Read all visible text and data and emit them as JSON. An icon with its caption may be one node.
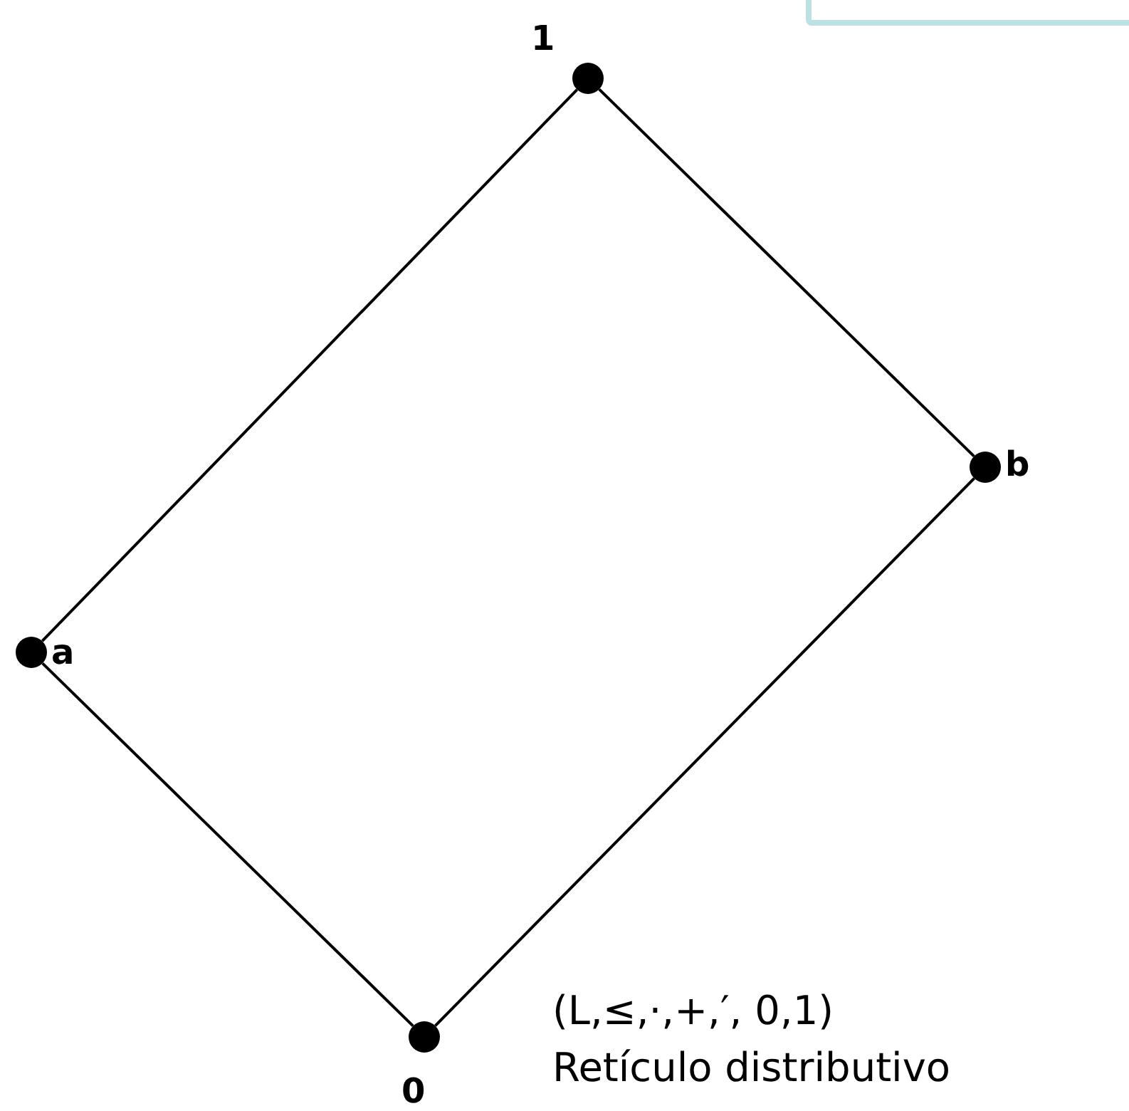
{
  "diagram": {
    "nodes": [
      {
        "text": [],
        "shape": "circle",
        "beside": [
          "1"
        ]
      },
      {
        "text": [],
        "shape": "circle",
        "beside": [
          "b"
        ]
      },
      {
        "text": [],
        "shape": "circle",
        "beside": [
          "a"
        ]
      },
      {
        "text": [],
        "shape": "circle",
        "beside": [
          "0"
        ]
      }
    ],
    "edges": [
      {
        "from": 0,
        "to": 2,
        "arrow": "none"
      },
      {
        "from": 0,
        "to": 1,
        "arrow": "none"
      },
      {
        "from": 2,
        "to": 3,
        "arrow": "none"
      },
      {
        "from": 1,
        "to": 3,
        "arrow": "none"
      }
    ],
    "labels": [
      "(L,≤,·,+,′, 0,1)",
      "Retículo distributivo"
    ]
  }
}
